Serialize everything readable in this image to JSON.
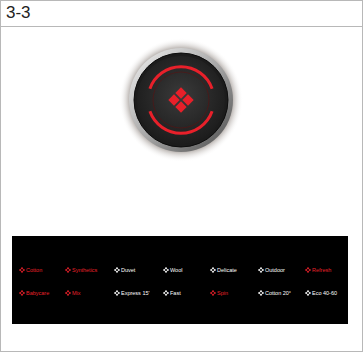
{
  "diagram": {
    "nodes": [
      {
        "text": [
          "Cotton",
          "Synthetics",
          "Duvet",
          "Wool",
          "Delicate",
          "Outdoor",
          "Refresh",
          "Babycare",
          "Mix",
          "Express 15'",
          "Fast",
          "Spin",
          "Cotton 20°",
          "Eco 40-60"
        ]
      }
    ],
    "labels": [
      "3-3"
    ]
  }
}
